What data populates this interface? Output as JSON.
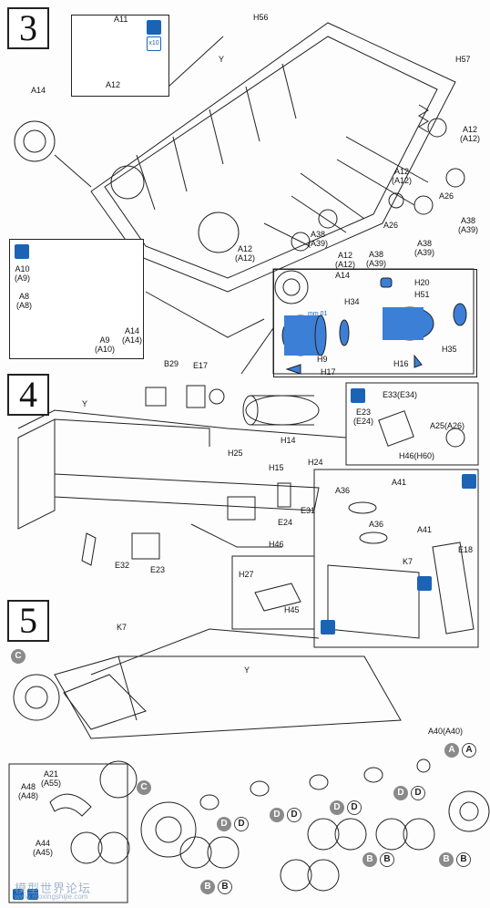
{
  "steps": {
    "s3": "3",
    "s4": "4",
    "s5": "5"
  },
  "step3": {
    "labels": {
      "h56": "H56",
      "a11": "A11",
      "a12_inset": "A12",
      "y": "Y",
      "h57": "H57",
      "a14_top": "A14",
      "a12_r1": "A12\n(A12)",
      "a12_r2": "A12\n(A12)",
      "a26_r1": "A26",
      "a26_r2": "A26",
      "a38_r1": "A38\n(A39)",
      "a38_m1": "A38\n(A39)",
      "a38_m2": "A38\n(A39)",
      "a38_b": "A38\n(A39)",
      "a12_b1": "A12\n(A12)",
      "a12_b2": "A12\n(A12)",
      "a14_bottom": "A14",
      "a10": "A10\n(A9)",
      "a8": "A8\n(A8)",
      "a9": "A9\n(A10)",
      "a14_inset": "A14\n(A14)",
      "h20": "H20",
      "h51": "H51",
      "h34": "H34",
      "h9": "H9",
      "h17": "H17",
      "h16": "H16",
      "h35": "H35",
      "mm": "mm 01",
      "x10": "x10"
    }
  },
  "step4": {
    "labels": {
      "b29": "B29",
      "e17": "E17",
      "y": "Y",
      "h14": "H14",
      "h25": "H25",
      "h15": "H15",
      "h24": "H24",
      "e33": "E33(E34)",
      "e23_r": "E23\n(E24)",
      "a25": "A25(A26)",
      "h46_60": "H46(H60)",
      "e31": "E31",
      "e24": "E24",
      "e32": "E32",
      "e23": "E23",
      "h46": "H46",
      "h27": "H27",
      "h45": "H45",
      "a36_1": "A36",
      "a41_1": "A41",
      "a36_2": "A36",
      "a41_2": "A41",
      "k7": "K7",
      "e18": "E18"
    }
  },
  "step5": {
    "labels": {
      "k7": "K7",
      "y": "Y",
      "a40": "A40(A40)",
      "a21": "A21\n(A55)",
      "a48": "A48\n(A48)",
      "a44": "A44\n(A45)"
    },
    "badges": {
      "c1": "C",
      "c2": "C",
      "a": "A",
      "a_o": "A",
      "b": "B",
      "b_o": "B",
      "d": "D",
      "d_o": "D"
    }
  },
  "watermark": {
    "main": "模型世界论坛",
    "url": "www.moxingshijie.com"
  },
  "colors": {
    "highlight": "#3c7fd6",
    "ink": "#222222",
    "icon": "#1b63b5"
  }
}
